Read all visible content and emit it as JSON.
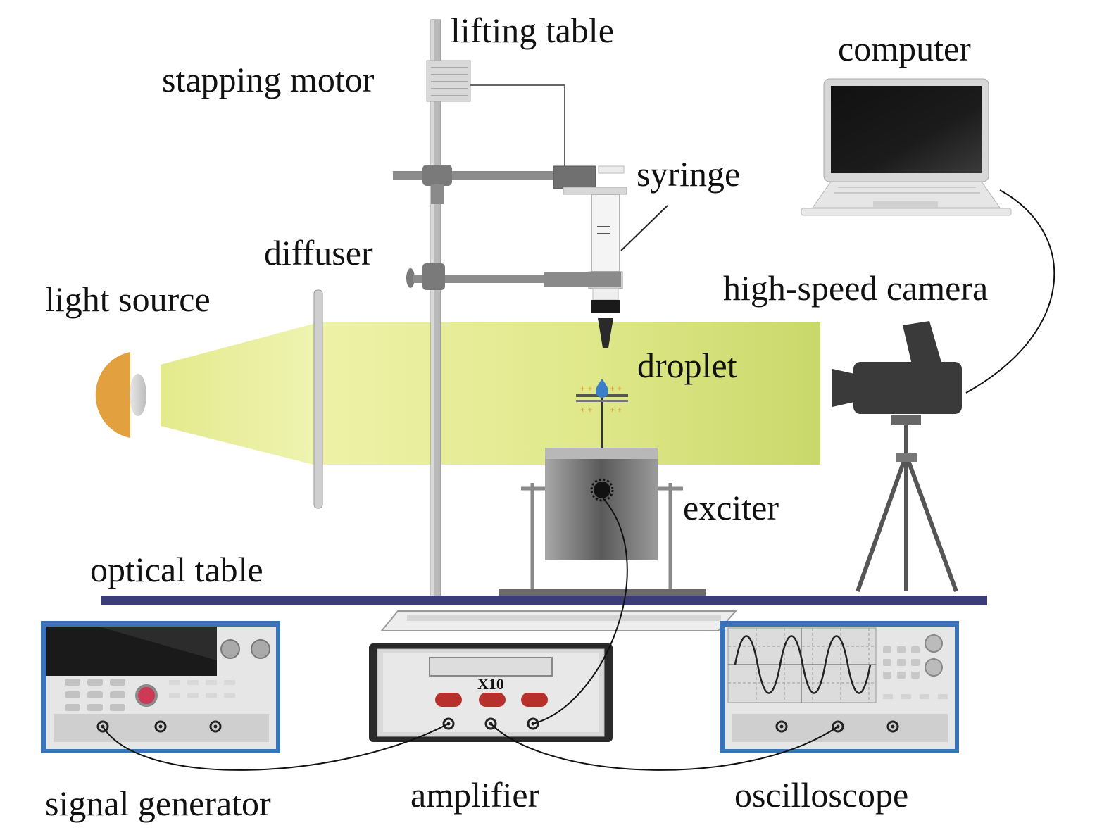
{
  "labels": {
    "lifting_table": "lifting table",
    "stepping_motor": "stapping motor",
    "computer": "computer",
    "syringe": "syringe",
    "diffuser": "diffuser",
    "light_source": "light source",
    "high_speed_camera": "high-speed camera",
    "droplet": "droplet",
    "exciter": "exciter",
    "optical_table": "optical table",
    "signal_generator": "signal generator",
    "amplifier": "amplifier",
    "oscilloscope": "oscilloscope"
  },
  "amplifier_gain": "X10",
  "colors": {
    "light_beam": "#dfe88a",
    "light_source": "#e2a03f",
    "optical_table": "#3c3c78",
    "instrument_frame": "#3a72b8",
    "amplifier_knob": "#b8302c"
  }
}
